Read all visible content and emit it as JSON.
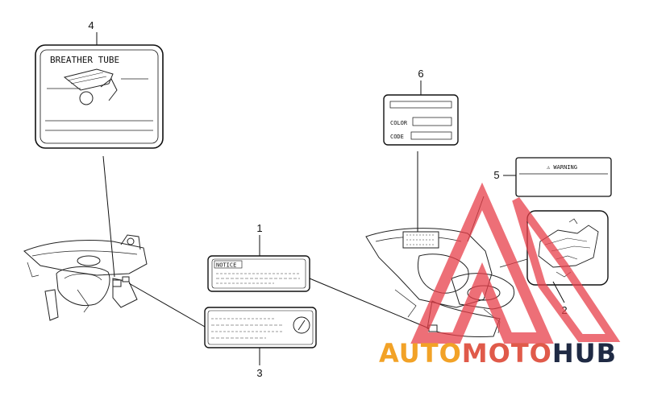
{
  "callouts": [
    "1",
    "2",
    "3",
    "4",
    "5",
    "6"
  ],
  "labels": {
    "breather": "BREATHER TUBE",
    "notice": "NOTICE",
    "warning": "⚠ WARNING",
    "color": "COLOR",
    "code": "CODE"
  },
  "watermark": {
    "part1": "AUTO",
    "part2": "MOTO",
    "part3": "HUB",
    "colors": {
      "auto": "#f2a227",
      "moto": "#e05a4a",
      "hub": "#1f2a44",
      "triangle": "#e8404a"
    }
  }
}
